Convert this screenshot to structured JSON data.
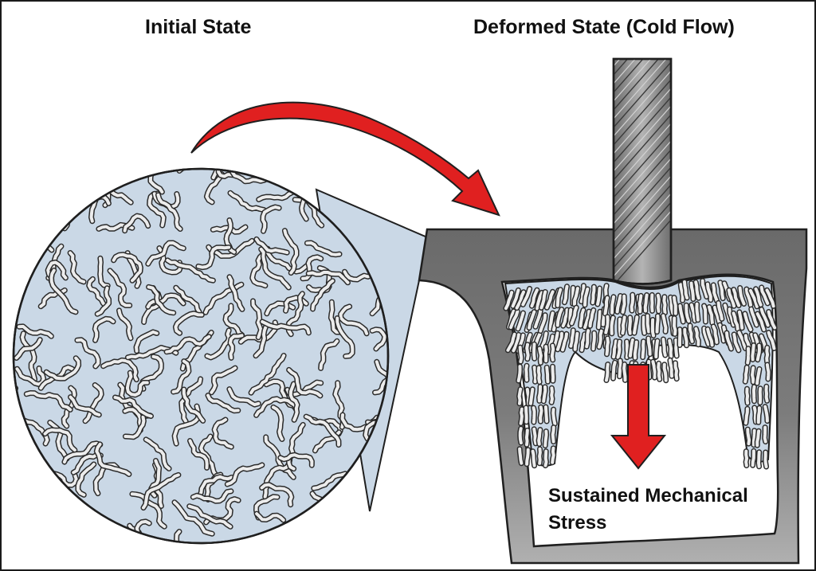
{
  "labels": {
    "initial_state": "Initial State",
    "deformed_state": "Deformed State (Cold Flow)",
    "stress_line1": "Sustained Mechanical",
    "stress_line2": "Stress"
  },
  "colors": {
    "polymer_fill": "#cad8e6",
    "chain_fill": "#ececec",
    "chain_outline": "#2b2b2b",
    "container_dark": "#6d6d6d",
    "container_light": "#a8a8a8",
    "cable": "#8a8a8a",
    "arrow_red": "#e02020",
    "outline": "#1f1f1f"
  },
  "icons": {
    "transition_arrow": "curved-red-arrow-icon",
    "stress_arrow": "down-red-arrow-icon"
  }
}
